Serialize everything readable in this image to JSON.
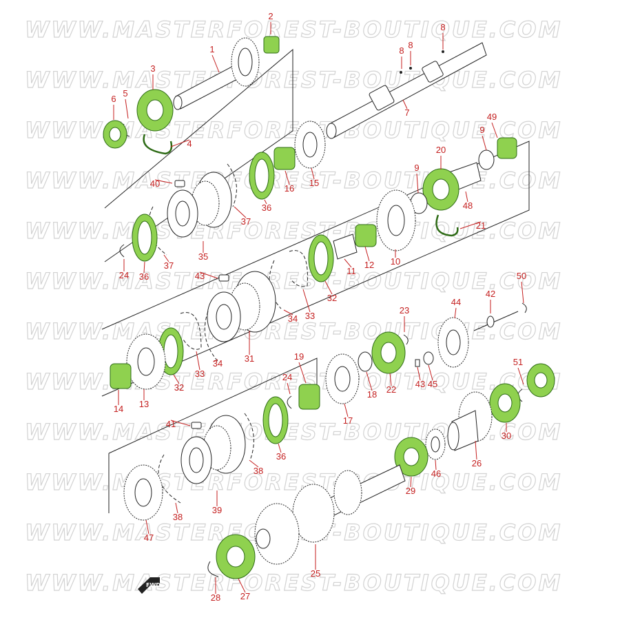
{
  "watermark": {
    "text": "WWW.MASTERFOREST-BOUTIQUE.COM",
    "rows": 12
  },
  "colors": {
    "highlight": "#8fd14f",
    "callout": "#c41e1e",
    "watermark": "#d2d2d2",
    "outline": "#222222"
  },
  "fwd_label": "FWD",
  "callouts": [
    {
      "id": "c1",
      "text": "1"
    },
    {
      "id": "c2",
      "text": "2"
    },
    {
      "id": "c3",
      "text": "3"
    },
    {
      "id": "c4",
      "text": "4"
    },
    {
      "id": "c5",
      "text": "5"
    },
    {
      "id": "c6",
      "text": "6"
    },
    {
      "id": "c7",
      "text": "7"
    },
    {
      "id": "c8a",
      "text": "8"
    },
    {
      "id": "c8b",
      "text": "8"
    },
    {
      "id": "c8c",
      "text": "8"
    },
    {
      "id": "c9a",
      "text": "9"
    },
    {
      "id": "c9b",
      "text": "9"
    },
    {
      "id": "c10",
      "text": "10"
    },
    {
      "id": "c11",
      "text": "11"
    },
    {
      "id": "c12",
      "text": "12"
    },
    {
      "id": "c13",
      "text": "13"
    },
    {
      "id": "c14",
      "text": "14"
    },
    {
      "id": "c15",
      "text": "15"
    },
    {
      "id": "c16",
      "text": "16"
    },
    {
      "id": "c17",
      "text": "17"
    },
    {
      "id": "c18",
      "text": "18"
    },
    {
      "id": "c19",
      "text": "19"
    },
    {
      "id": "c20",
      "text": "20"
    },
    {
      "id": "c21",
      "text": "21"
    },
    {
      "id": "c22",
      "text": "22"
    },
    {
      "id": "c23",
      "text": "23"
    },
    {
      "id": "c24a",
      "text": "24"
    },
    {
      "id": "c24b",
      "text": "24"
    },
    {
      "id": "c25",
      "text": "25"
    },
    {
      "id": "c26",
      "text": "26"
    },
    {
      "id": "c27",
      "text": "27"
    },
    {
      "id": "c28",
      "text": "28"
    },
    {
      "id": "c29",
      "text": "29"
    },
    {
      "id": "c30",
      "text": "30"
    },
    {
      "id": "c31",
      "text": "31"
    },
    {
      "id": "c32a",
      "text": "32"
    },
    {
      "id": "c32b",
      "text": "32"
    },
    {
      "id": "c33a",
      "text": "33"
    },
    {
      "id": "c33b",
      "text": "33"
    },
    {
      "id": "c34a",
      "text": "34"
    },
    {
      "id": "c34b",
      "text": "34"
    },
    {
      "id": "c35",
      "text": "35"
    },
    {
      "id": "c36a",
      "text": "36"
    },
    {
      "id": "c36b",
      "text": "36"
    },
    {
      "id": "c36c",
      "text": "36"
    },
    {
      "id": "c37a",
      "text": "37"
    },
    {
      "id": "c37b",
      "text": "37"
    },
    {
      "id": "c38a",
      "text": "38"
    },
    {
      "id": "c38b",
      "text": "38"
    },
    {
      "id": "c39",
      "text": "39"
    },
    {
      "id": "c40",
      "text": "40"
    },
    {
      "id": "c41",
      "text": "41"
    },
    {
      "id": "c42",
      "text": "42"
    },
    {
      "id": "c43a",
      "text": "43"
    },
    {
      "id": "c43b",
      "text": "43"
    },
    {
      "id": "c44",
      "text": "44"
    },
    {
      "id": "c45",
      "text": "45"
    },
    {
      "id": "c46",
      "text": "46"
    },
    {
      "id": "c47",
      "text": "47"
    },
    {
      "id": "c48",
      "text": "48"
    },
    {
      "id": "c49",
      "text": "49"
    },
    {
      "id": "c50",
      "text": "50"
    },
    {
      "id": "c51",
      "text": "51"
    }
  ]
}
